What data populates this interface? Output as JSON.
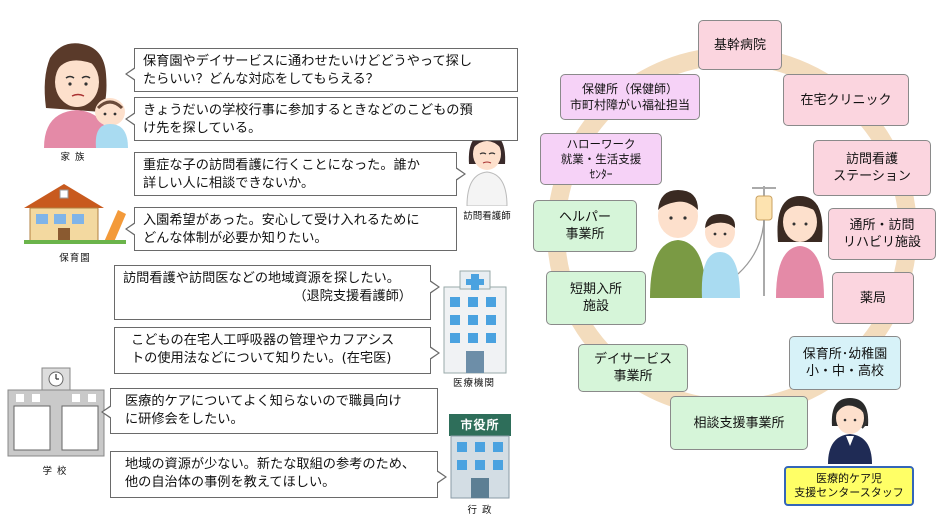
{
  "people": {
    "family": "家 族",
    "nursery": "保育園",
    "visiting_nurse": "訪問看護師",
    "medical": "医療機関",
    "school": "学 校",
    "government": "行 政",
    "city_hall_sign": "市役所"
  },
  "bubbles": [
    "保育園やデイサービスに通わせたいけどどうやって探し\nたらいい？どんな対応をしてもらえる？",
    "きょうだいの学校行事に参加するときなどのこどもの預\nけ先を探している。",
    "重症な子の訪問看護に行くことになった。誰か\n詳しい人に相談できないか。",
    "入園希望があった。安心して受け入れるために\nどんな体制が必要か知りたい。",
    "訪問看護や訪問医などの地域資源を探したい。",
    "（退院支援看護師）",
    "こどもの在宅人工呼吸器の管理やカフアシス\nトの使用法などについて知りたい。(在宅医)",
    "医療的ケアについてよく知らないので職員向け\nに研修会をしたい。",
    "地域の資源が少ない。新たな取組の参考のため、\n他の自治体の事例を教えてほしい。"
  ],
  "network": {
    "nodes": [
      "基幹病院",
      "在宅クリニック",
      "訪問看護\nステーション",
      "通所・訪問\nリハビリ施設",
      "薬局",
      "保育所･幼稚園\n小・中・高校",
      "相談支援事業所",
      "デイサービス\n事業所",
      "短期入所\n施設",
      "ヘルパー\n事業所",
      "ハローワーク\n就業・生活支援\nｾﾝﾀｰ",
      "保健所（保健師）\n市町村障がい福祉担当"
    ],
    "staff_label": "医療的ケア児\n支援センタースタッフ"
  }
}
